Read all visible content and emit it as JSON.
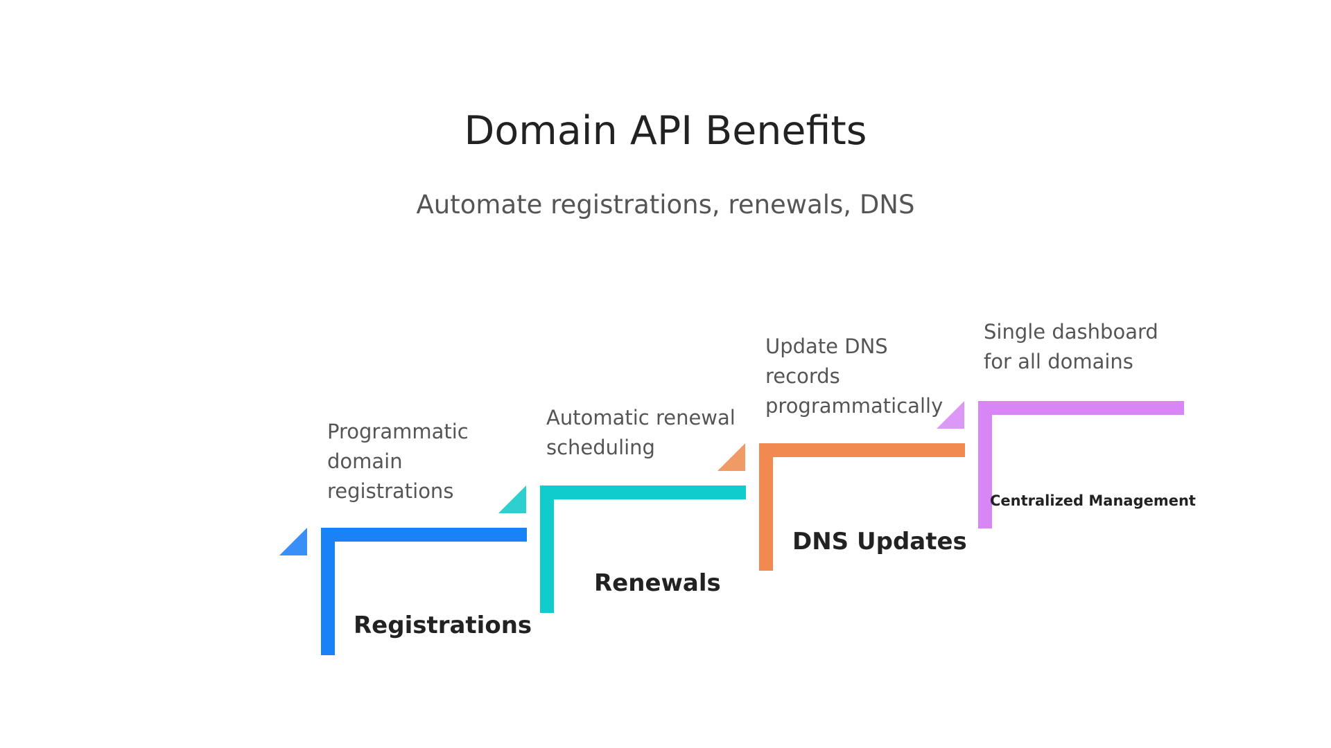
{
  "title": "Domain API Benefits",
  "subtitle": "Automate registrations, renewals, DNS",
  "steps": [
    {
      "label": "Registrations",
      "description": "Programmatic\ndomain\nregistrations",
      "color": "#1a82f7"
    },
    {
      "label": "Renewals",
      "description": "Automatic renewal\nscheduling",
      "color": "#10cccc"
    },
    {
      "label": "DNS Updates",
      "description": "Update DNS\nrecords\nprogrammatically",
      "color": "#f08a50"
    },
    {
      "label": "Centralized Management",
      "description": "Single dashboard\nfor all domains",
      "color": "#d886f5"
    }
  ]
}
